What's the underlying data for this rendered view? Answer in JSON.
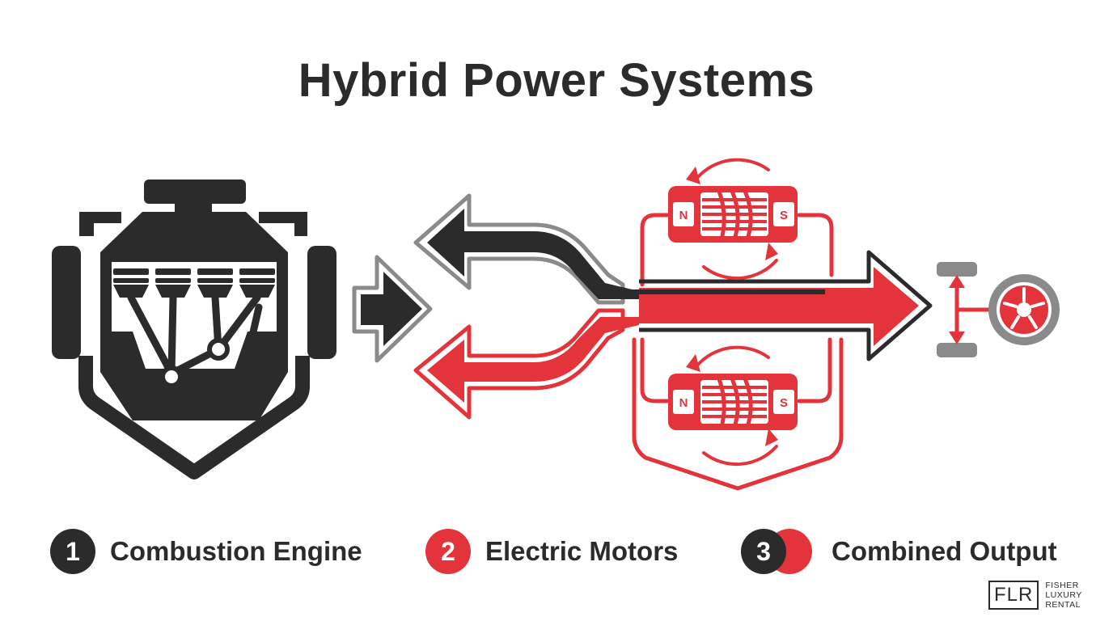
{
  "title": "Hybrid Power Systems",
  "legend": [
    {
      "number": "1",
      "label": "Combustion Engine"
    },
    {
      "number": "2",
      "label": "Electric Motors"
    },
    {
      "number": "3",
      "label": "Combined Output"
    }
  ],
  "motor_poles": {
    "north": "N",
    "south": "S"
  },
  "brand": {
    "mark": "FLR",
    "line1": "FISHER",
    "line2": "LUXURY",
    "line3": "RENTAL"
  },
  "colors": {
    "dark": "#2b2b2b",
    "red": "#e3343b",
    "gray": "#8a8a8a",
    "background": "#ffffff"
  },
  "icons": [
    "engine-icon",
    "electric-motor-icon",
    "drive-axle-icon",
    "wheel-icon",
    "rotation-arrows-icon"
  ]
}
